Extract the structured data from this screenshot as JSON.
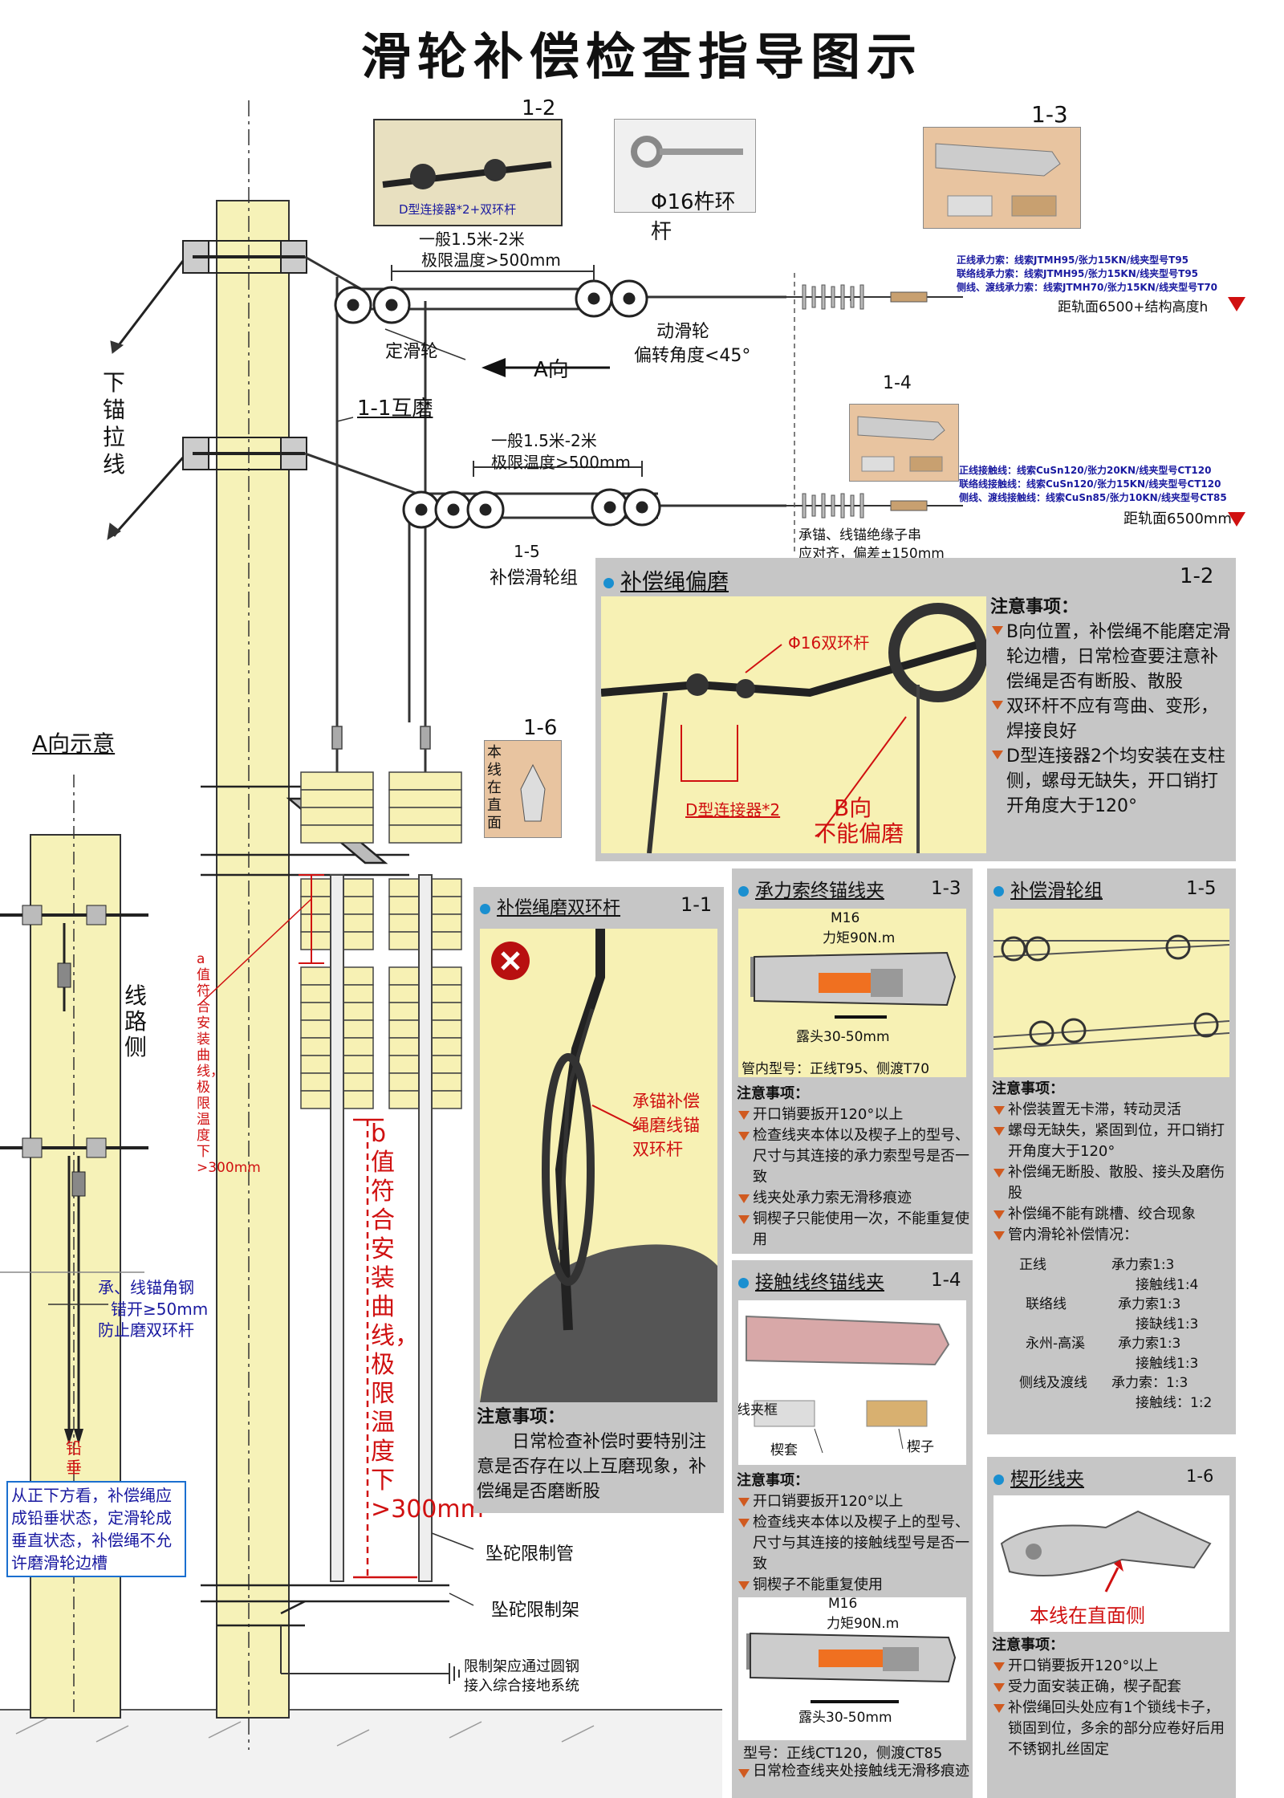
{
  "title": "滑轮补偿检查指导图示",
  "top_labels": {
    "ref_1_2": "1-2",
    "ref_1_3": "1-3",
    "ref_1_4": "1-4",
    "ref_1_6": "1-6",
    "d_connector_photo": "D型连接器*2+双环杆",
    "rod_label": "Φ16杵环杆",
    "dist1_a": "一般1.5米-2米",
    "dist1_b": "极限温度>500mm",
    "dist2_a": "一般1.5米-2米",
    "dist2_b": "极限温度>500mm",
    "fixed_pulley": "定滑轮",
    "moving_pulley": "动滑轮",
    "deflection": "偏转角度<45°",
    "a_direction": "A向",
    "mutual_wear": "1-1互磨",
    "down_anchor": "下锚拉线",
    "ref_1_5": "1-5",
    "pulley_group": "补偿滑轮组",
    "insulator_note_a": "承锚、线锚绝缘子串",
    "insulator_note_b": "应对齐，偏差±150mm",
    "spec_top": [
      "正线承力索：线索JTMH95/张力15KN/线夹型号T95",
      "联络线承力索：线索JTMH95/张力15KN/线夹型号T95",
      "侧线、渡线承力索：线索JTMH70/张力15KN/线夹型号T70"
    ],
    "height_top": "距轨面6500+结构高度h",
    "spec_bottom": [
      "正线接触线：线索CuSn120/张力20KN/线夹型号CT120",
      "联络线接触线：线索CuSn120/张力15KN/线夹型号CT120",
      "侧线、渡线接触线：线索CuSn85/张力10KN/线夹型号CT85"
    ],
    "height_bottom": "距轨面6500mm",
    "a_view": "A向示意",
    "line_side": "线路侧",
    "a_value": "a值符合安装曲线，极限温度下>300mm",
    "b_value": "b值符合安装曲线，极限温度下>300mm",
    "angle_steel_a": "承、线锚角钢",
    "angle_steel_b": "错开≥50mm",
    "angle_steel_c": "防止磨双环杆",
    "plumb": "铅垂",
    "plumb_note": "从正下方看，补偿绳应成铅垂状态，定滑轮成垂直状态，补偿绳不允许磨滑轮边槽",
    "limit_tube": "坠砣限制管",
    "limit_frame": "坠砣限制架",
    "ground_a": "限制架应通过圆钢",
    "ground_b": "接入综合接地系统",
    "photo_1_6_text": "本线在直面"
  },
  "panel_12": {
    "title": "补偿绳偏磨",
    "num": "1-2",
    "photo_rod": "Φ16双环杆",
    "photo_conn": "D型连接器*2",
    "photo_b": "B向",
    "photo_warn": "不能偏磨",
    "notes_title": "注意事项：",
    "notes": [
      "B向位置，补偿绳不能磨定滑轮边槽，日常检查要注意补偿绳是否有断股、散股",
      "双环杆不应有弯曲、变形，焊接良好",
      "D型连接器2个均安装在支柱侧，螺母无缺失，开口销打开角度大于120°"
    ]
  },
  "panel_11": {
    "title": "补偿绳磨双环杆",
    "num": "1-1",
    "photo_label": "承锚补偿绳磨线锚双环杆",
    "notes_title": "注意事项：",
    "note": "日常检查补偿时要特别注意是否存在以上互磨现象，补偿绳是否磨断股"
  },
  "panel_13": {
    "title": "承力索终锚线夹",
    "num": "1-3",
    "bolt": "M16",
    "torque": "力矩90N.m",
    "exposed": "露头30-50mm",
    "model": "管内型号：正线T95、侧渡T70",
    "notes_title": "注意事项：",
    "notes": [
      "开口销要扳开120°以上",
      "检查线夹本体以及楔子上的型号、尺寸与其连接的承力索型号是否一致",
      "线夹处承力索无滑移痕迹",
      "铜楔子只能使用一次，不能重复使用"
    ]
  },
  "panel_15": {
    "title": "补偿滑轮组",
    "num": "1-5",
    "notes_title": "注意事项：",
    "notes": [
      "补偿装置无卡滞，转动灵活",
      "螺母无缺失，紧固到位，开口销打开角度大于120°",
      "补偿绳无断股、散股、接头及磨伤股",
      "补偿绳不能有跳槽、绞合现象",
      "管内滑轮补偿情况："
    ],
    "ratio_table": [
      {
        "line": "正线",
        "items": [
          "承力索1:3",
          "接触线1:4"
        ]
      },
      {
        "line": "联络线",
        "items": [
          "承力索1:3",
          "接缺线1:3"
        ]
      },
      {
        "line": "永州-高溪",
        "items": [
          "承力索1:3",
          "接触线1:3"
        ]
      },
      {
        "line": "侧线及渡线",
        "items": [
          "承力索：1:3",
          "接触线：1:2"
        ]
      }
    ]
  },
  "panel_14": {
    "title": "接触线终锚线夹",
    "num": "1-4",
    "clamp_frame": "线夹框",
    "sleeve": "楔套",
    "wedge": "楔子",
    "notes_title": "注意事项：",
    "notes": [
      "开口销要扳开120°以上",
      "检查线夹本体以及楔子上的型号、尺寸与其连接的接触线型号是否一致",
      "铜楔子不能重复使用"
    ],
    "bolt": "M16",
    "torque": "力矩90N.m",
    "exposed": "露头30-50mm",
    "model": "型号：正线CT120，侧渡CT85",
    "extra_note": "日常检查线夹处接触线无滑移痕迹"
  },
  "panel_16": {
    "title": "楔形线夹",
    "num": "1-6",
    "photo_label": "本线在直面侧",
    "notes_title": "注意事项：",
    "notes": [
      "开口销要扳开120°以上",
      "受力面安装正确，楔子配套",
      "补偿绳回头处应有1个锁线卡子，锁固到位，多余的部分应卷好后用不锈钢扎丝固定"
    ]
  },
  "colors": {
    "pole": "#f6f2b8",
    "panel": "#c6c6c6",
    "accent_red": "#d01010",
    "accent_blue": "#1a1aa0",
    "bullet": "#1a8fd0"
  }
}
